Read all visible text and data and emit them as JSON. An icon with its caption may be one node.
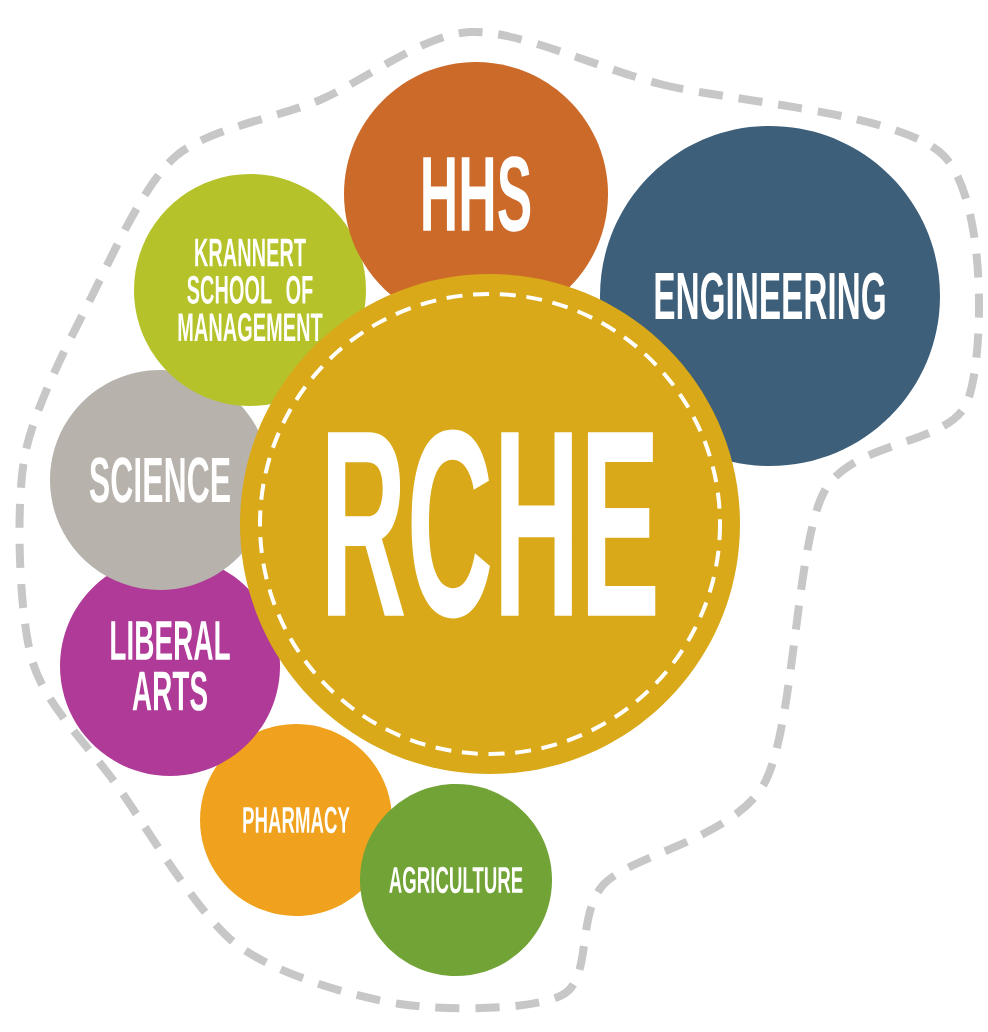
{
  "diagram": {
    "nodes": [
      {
        "text": [
          "HHS"
        ]
      },
      {
        "text": [
          "KRANNERT SCHOOL OF MANAGEMENT"
        ]
      },
      {
        "text": [
          "ENGINEERING"
        ]
      },
      {
        "text": [
          "SCIENCE"
        ]
      },
      {
        "text": [
          "RCHE"
        ]
      },
      {
        "text": [
          "LIBERAL ARTS"
        ]
      },
      {
        "text": [
          "PHARMACY"
        ]
      },
      {
        "text": [
          "AGRICULTURE"
        ]
      }
    ]
  }
}
